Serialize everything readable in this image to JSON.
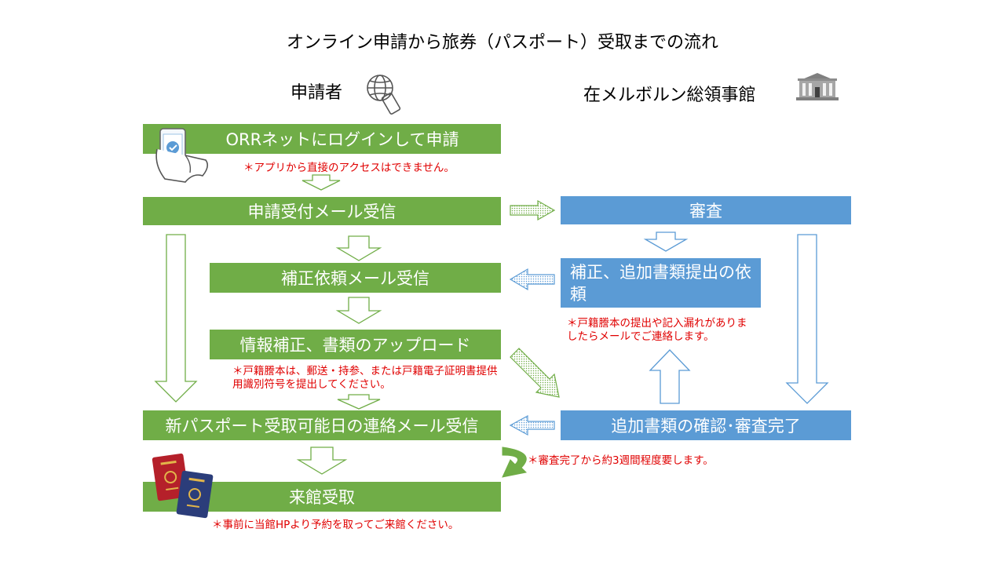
{
  "title": "オンライン申請から旅券（パスポート）受取までの流れ",
  "columns": {
    "applicant": "申請者",
    "consulate": "在メルボルン総領事館"
  },
  "steps": {
    "login": "ORRネットにログインして申請",
    "receipt_mail": "申請受付メール受信",
    "correction_mail": "補正依頼メール受信",
    "upload": "情報補正、書類のアップロード",
    "pickup_mail": "新パスポート受取可能日の連絡メール受信",
    "pickup": "来館受取",
    "review": "審査",
    "request": "補正、追加書類提出の依頼",
    "confirm": "追加書類の確認･審査完了"
  },
  "notes": {
    "app": "＊アプリから直接のアクセスはできません。",
    "koseki": "＊戸籍謄本は、郵送・持参、または戸籍電子証明書提供用識別符号を提出してください。",
    "missing": "＊戸籍謄本の提出や記入漏れがありましたらメールでご連絡します。",
    "weeks": "＊審査完了から約3週間程度要します。",
    "reservation": "＊事前に当館HPより予約を取ってご来館ください。"
  },
  "colors": {
    "green": "#70ad47",
    "blue": "#5b9bd5",
    "note_red": "#e00000"
  },
  "icons": [
    "globe-touch-icon",
    "consulate-building-icon",
    "smartphone-hand-icon",
    "passport-icon"
  ]
}
